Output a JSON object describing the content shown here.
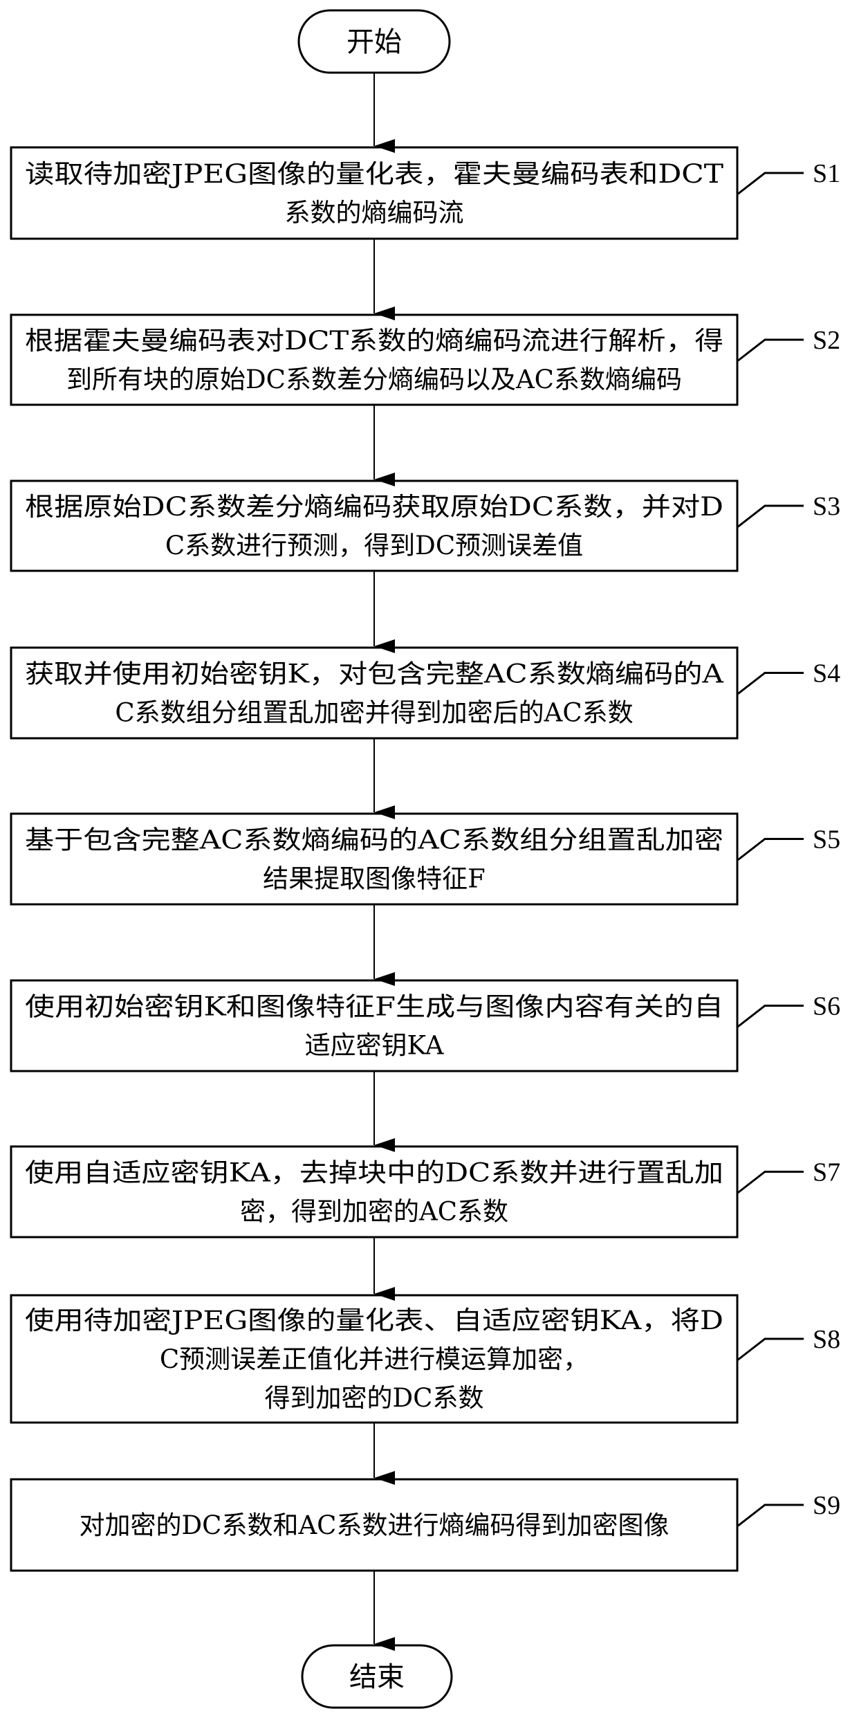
{
  "start": {
    "label": "开始"
  },
  "end": {
    "label": "结束"
  },
  "steps": [
    {
      "id": "S1",
      "lines": [
        "读取待加密JPEG图像的量化表，霍夫曼编码表和DCT",
        "系数的熵编码流"
      ]
    },
    {
      "id": "S2",
      "lines": [
        "根据霍夫曼编码表对DCT系数的熵编码流进行解析，得",
        "到所有块的原始DC系数差分熵编码以及AC系数熵编码"
      ]
    },
    {
      "id": "S3",
      "lines": [
        "根据原始DC系数差分熵编码获取原始DC系数，并对D",
        "C系数进行预测，得到DC预测误差值"
      ]
    },
    {
      "id": "S4",
      "lines": [
        "获取并使用初始密钥K，对包含完整AC系数熵编码的A",
        "C系数组分组置乱加密并得到加密后的AC系数"
      ]
    },
    {
      "id": "S5",
      "lines": [
        "基于包含完整AC系数熵编码的AC系数组分组置乱加密",
        "结果提取图像特征F"
      ]
    },
    {
      "id": "S6",
      "lines": [
        "使用初始密钥K和图像特征F生成与图像内容有关的自",
        "适应密钥KA"
      ]
    },
    {
      "id": "S7",
      "lines": [
        "使用自适应密钥KA，去掉块中的DC系数并进行置乱加",
        "密，得到加密的AC系数"
      ]
    },
    {
      "id": "S8",
      "lines": [
        "使用待加密JPEG图像的量化表、自适应密钥KA，将D",
        "C预测误差正值化并进行模运算加密，",
        "得到加密的DC系数"
      ]
    },
    {
      "id": "S9",
      "lines": [
        "对加密的DC系数和AC系数进行熵编码得到加密图像"
      ]
    }
  ]
}
